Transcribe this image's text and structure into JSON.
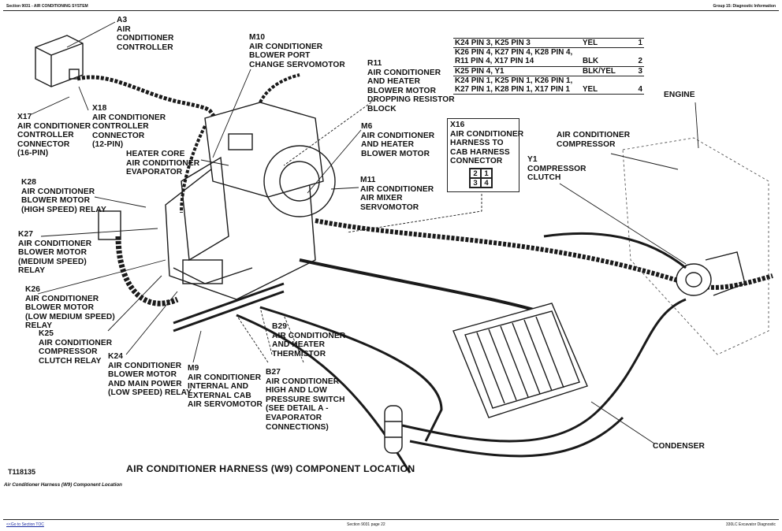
{
  "header": {
    "section": "Section 9031 - AIR CONDITIONING SYSTEM",
    "group": "Group 15: Diagnostic Information"
  },
  "labels": {
    "a3": "A3\nAIR\nCONDITIONER\nCONTROLLER",
    "m10": "M10\nAIR CONDITIONER\nBLOWER PORT\nCHANGE SERVOMOTOR",
    "r11": "R11\nAIR CONDITIONER\nAND HEATER\nBLOWER MOTOR\nDROPPING RESISTOR\nBLOCK",
    "x17": "X17\nAIR CONDITIONER\nCONTROLLER\nCONNECTOR\n(16-PIN)",
    "x18": "X18\nAIR CONDITIONER\nCONTROLLER\nCONNECTOR\n(12-PIN)",
    "heater_core": "HEATER CORE\nAIR CONDITIONER\nEVAPORATOR",
    "m6": "M6\nAIR CONDITIONER\nAND HEATER\nBLOWER MOTOR",
    "m11": "M11\nAIR CONDITIONER\nAIR MIXER\nSERVOMOTOR",
    "k28": "K28\nAIR CONDITIONER\nBLOWER MOTOR\n(HIGH SPEED) RELAY",
    "k27": "K27\nAIR CONDITIONER\nBLOWER MOTOR\n(MEDIUM SPEED)\nRELAY",
    "k26": "K26\nAIR CONDITIONER\nBLOWER MOTOR\n(LOW MEDIUM SPEED)\nRELAY",
    "k25": "K25\nAIR CONDITIONER\nCOMPRESSOR\nCLUTCH RELAY",
    "k24": "K24\nAIR CONDITIONER\nBLOWER MOTOR\nAND MAIN POWER\n(LOW SPEED) RELAY",
    "m9": "M9\nAIR CONDITIONER\nINTERNAL AND\nEXTERNAL CAB\nAIR SERVOMOTOR",
    "b29": "B29\nAIR CONDITIONER\nAND HEATER\nTHERMISTOR",
    "b27": "B27\nAIR CONDITIONER\nHIGH AND LOW\nPRESSURE SWITCH\n(SEE DETAIL A -\nEVAPORATOR\nCONNECTIONS)",
    "engine": "ENGINE",
    "compressor": "AIR CONDITIONER\nCOMPRESSOR",
    "y1": "Y1\nCOMPRESSOR\nCLUTCH",
    "condenser": "CONDENSER"
  },
  "wire_table": {
    "rows": [
      {
        "pins": "K24 PIN 3, K25 PIN 3",
        "color": "YEL",
        "num": "1"
      },
      {
        "pins": "K26 PIN 4, K27 PIN 4, K28 PIN 4,\nR11 PIN 4, X17 PIN 14",
        "color": "BLK",
        "num": "2"
      },
      {
        "pins": "K25 PIN 4, Y1",
        "color": "BLK/YEL",
        "num": "3"
      },
      {
        "pins": "K24 PIN 1, K25 PIN 1, K26 PIN 1,\nK27 PIN 1, K28 PIN 1, X17 PIN 1",
        "color": "YEL",
        "num": "4"
      }
    ]
  },
  "x16": {
    "label": "X16\nAIR CONDITIONER\nHARNESS TO\nCAB HARNESS\nCONNECTOR",
    "pins": [
      "2",
      "1",
      "3",
      "4"
    ]
  },
  "figure": {
    "id": "T118135",
    "title": "AIR CONDITIONER HARNESS (W9) COMPONENT LOCATION",
    "caption": "Air Conditioner Harness (W9) Component Location"
  },
  "footer": {
    "link": "<<Go to Section TOC",
    "page": "Section 9031 page 22",
    "manual": "330LC Excavator Diagnostic"
  }
}
